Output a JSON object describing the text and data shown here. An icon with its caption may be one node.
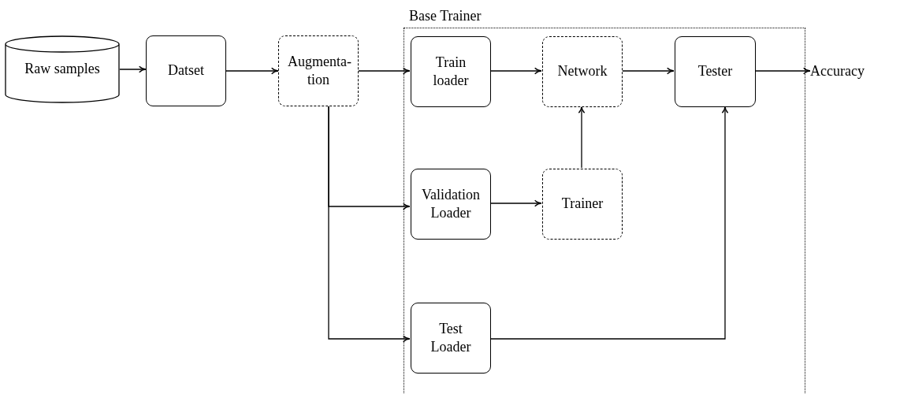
{
  "diagram": {
    "nodes": [
      {
        "text": [
          "Base Trainer"
        ]
      },
      {
        "text": [
          "Raw samples"
        ]
      },
      {
        "text": [
          "Datset"
        ]
      },
      {
        "text": [
          "Augmenta- tion"
        ]
      },
      {
        "text": [
          "Train loader"
        ],
        "in": 0
      },
      {
        "text": [
          "Network"
        ],
        "in": 0
      },
      {
        "text": [
          "Tester"
        ],
        "in": 0
      },
      {
        "text": [
          "Accuracy"
        ]
      },
      {
        "text": [
          "Validation Loader"
        ],
        "in": 0
      },
      {
        "text": [
          "Trainer"
        ],
        "in": 0
      },
      {
        "text": [
          "Test Loader"
        ],
        "in": 0
      }
    ],
    "edges": [
      {
        "from": 1,
        "to": 2,
        "arrow": "to"
      },
      {
        "from": 2,
        "to": 3,
        "arrow": "to"
      },
      {
        "from": 3,
        "to": 4,
        "arrow": "to"
      },
      {
        "from": 4,
        "to": 5,
        "arrow": "to"
      },
      {
        "from": 5,
        "to": 6,
        "arrow": "to"
      },
      {
        "from": 6,
        "to": 7,
        "arrow": "to"
      },
      {
        "from": 9,
        "to": 5,
        "arrow": "to"
      },
      {
        "from": 8,
        "to": 9,
        "arrow": "to"
      },
      {
        "from": 3,
        "to": 8,
        "arrow": "to"
      },
      {
        "from": 3,
        "to": 10,
        "arrow": "to"
      },
      {
        "from": 10,
        "to": 6,
        "arrow": "to"
      }
    ]
  }
}
